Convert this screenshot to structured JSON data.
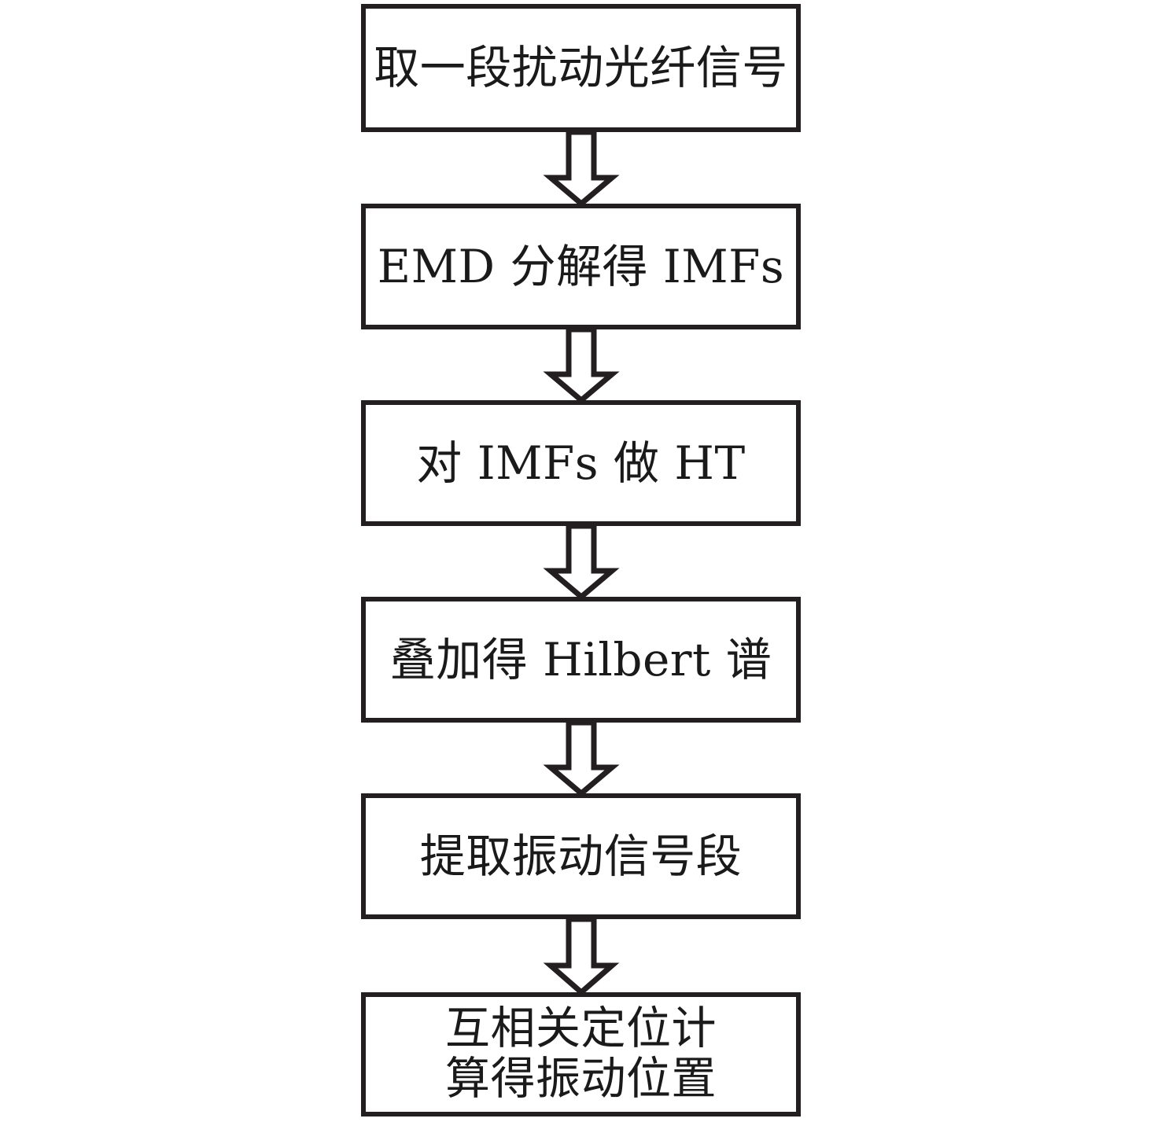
{
  "diagram": {
    "type": "flowchart",
    "orientation": "vertical-top-to-bottom",
    "background_color": "#ffffff",
    "border_color": "#231f20",
    "text_color": "#1a1a1a",
    "node_count": 6,
    "connector_count": 5,
    "connector_style": "hollow-block-arrow-down",
    "nodes": [
      {
        "id": "node-1",
        "label": "取一段扰动光纤信号",
        "shape": "rectangle",
        "lines": 1
      },
      {
        "id": "node-2",
        "label": "EMD 分解得 IMFs",
        "shape": "rectangle",
        "lines": 1
      },
      {
        "id": "node-3",
        "label": "对 IMFs 做 HT",
        "shape": "rectangle",
        "lines": 1
      },
      {
        "id": "node-4",
        "label": "叠加得 Hilbert 谱",
        "shape": "rectangle",
        "lines": 1
      },
      {
        "id": "node-5",
        "label": "提取振动信号段",
        "shape": "rectangle",
        "lines": 1
      },
      {
        "id": "node-6",
        "label": "互相关定位计\n算得振动位置",
        "shape": "rectangle",
        "lines": 2
      }
    ],
    "connectors": [
      {
        "id": "arrow-1",
        "from": "node-1",
        "to": "node-2",
        "direction": "down"
      },
      {
        "id": "arrow-2",
        "from": "node-2",
        "to": "node-3",
        "direction": "down"
      },
      {
        "id": "arrow-3",
        "from": "node-3",
        "to": "node-4",
        "direction": "down"
      },
      {
        "id": "arrow-4",
        "from": "node-4",
        "to": "node-5",
        "direction": "down"
      },
      {
        "id": "arrow-5",
        "from": "node-5",
        "to": "node-6",
        "direction": "down"
      }
    ]
  }
}
